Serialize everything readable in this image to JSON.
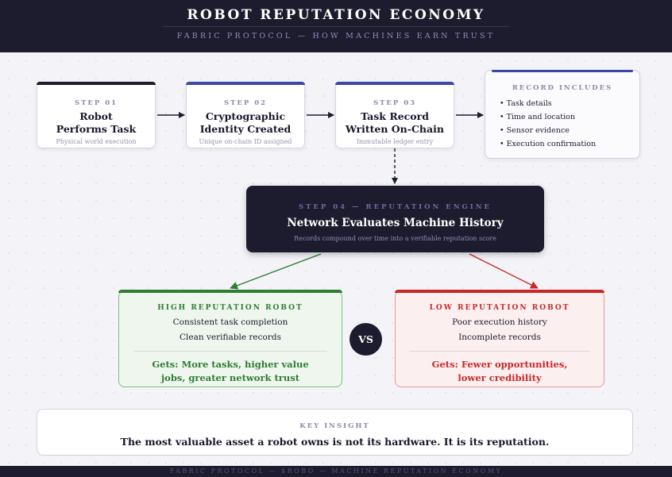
{
  "header": {
    "title": "ROBOT REPUTATION ECONOMY",
    "subtitle": "FABRIC PROTOCOL — HOW MACHINES EARN TRUST"
  },
  "steps": [
    {
      "label": "STEP 01",
      "title_line1": "Robot",
      "title_line2": "Performs Task",
      "desc": "Physical world execution",
      "accent": "#1c1c2e"
    },
    {
      "label": "STEP 02",
      "title_line1": "Cryptographic",
      "title_line2": "Identity Created",
      "desc": "Unique on-chain ID assigned",
      "accent": "#3c46a8"
    },
    {
      "label": "STEP 03",
      "title_line1": "Task Record",
      "title_line2": "Written On-Chain",
      "desc": "Immutable ledger entry",
      "accent": "#3c46a8"
    }
  ],
  "record": {
    "title": "RECORD INCLUDES",
    "items": [
      "Task details",
      "Time and location",
      "Sensor evidence",
      "Execution confirmation"
    ]
  },
  "engine": {
    "label": "STEP 04 — REPUTATION ENGINE",
    "title": "Network Evaluates Machine History",
    "desc": "Records compound over time into a verifiable reputation score"
  },
  "high": {
    "title": "HIGH REPUTATION ROBOT",
    "line1": "Consistent task completion",
    "line2": "Clean verifiable records",
    "gets_line1": "Gets: More tasks, higher value",
    "gets_line2": "jobs, greater network trust",
    "color": "#2f7d32"
  },
  "low": {
    "title": "LOW REPUTATION ROBOT",
    "line1": "Poor execution history",
    "line2": "Incomplete records",
    "gets_line1": "Gets: Fewer opportunities,",
    "gets_line2": "lower credibility",
    "color": "#c62828"
  },
  "vs": "VS",
  "insight": {
    "label": "KEY INSIGHT",
    "text": "The most valuable asset a robot owns is not its hardware. It is its reputation."
  },
  "footer": "FABRIC PROTOCOL — $ROBO — MACHINE REPUTATION ECONOMY"
}
